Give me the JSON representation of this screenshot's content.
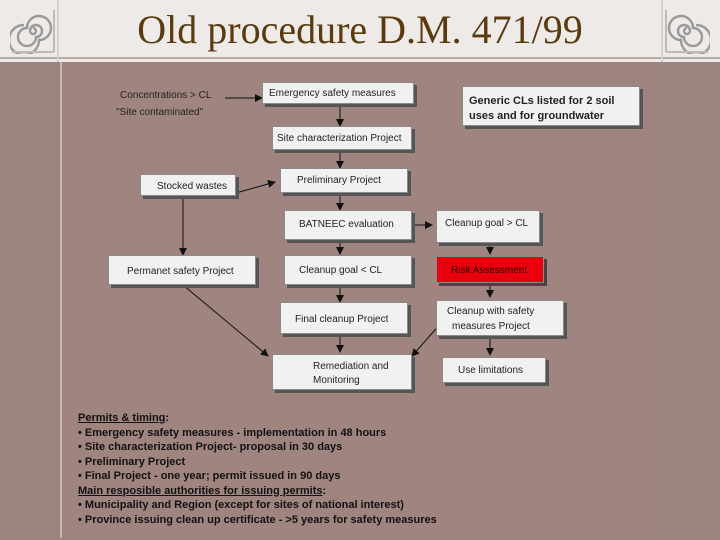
{
  "title": "Old procedure D.M. 471/99",
  "boxes": {
    "concentrations": "Concentrations > CL",
    "site_contaminated": "\"Site contaminated\"",
    "emergency": "Emergency safety measures",
    "generic_cls_1": "Generic CLs listed for 2 soil",
    "generic_cls_2": "uses and for groundwater",
    "site_characterization": "Site characterization Project",
    "stocked_wastes": "Stocked wastes",
    "preliminary": "Preliminary Project",
    "batneec": "BATNEEC evaluation",
    "cleanup_goal_gt": "Cleanup goal > CL",
    "permanent_safety": "Permanet safety Project",
    "cleanup_goal_lt": "Cleanup goal < CL",
    "risk_assessment": "Risk Assessment",
    "final_cleanup": "Final cleanup Project",
    "cleanup_safety_1": "Cleanup with safety",
    "cleanup_safety_2": "measures Project",
    "remediation_1": "Remediation and",
    "remediation_2": "Monitoring",
    "use_limitations": "Use limitations"
  },
  "notes": {
    "permits_heading": "Permits & timing",
    "permits_colon": ":",
    "line1": "• Emergency safety measures - implementation in 48 hours",
    "line2": "• Site characterization Project- proposal in 30 days",
    "line3": "• Preliminary Project",
    "line4": "• Final  Project - one year; permit issued in 90 days",
    "authorities_heading": "Main resposible authorities for issuing permits",
    "authorities_colon": ":",
    "line5": "• Municipality and Region (except for sites of national interest)",
    "line6": "• Province issuing clean up certificate - >5 years for safety measures"
  },
  "colors": {
    "background": "#9c8480",
    "title": "#5a3b10",
    "box": "#f1f1f1",
    "risk_box": "#e8000c"
  },
  "icons": [
    "scroll-ornament-icon",
    "scroll-ornament-icon"
  ]
}
